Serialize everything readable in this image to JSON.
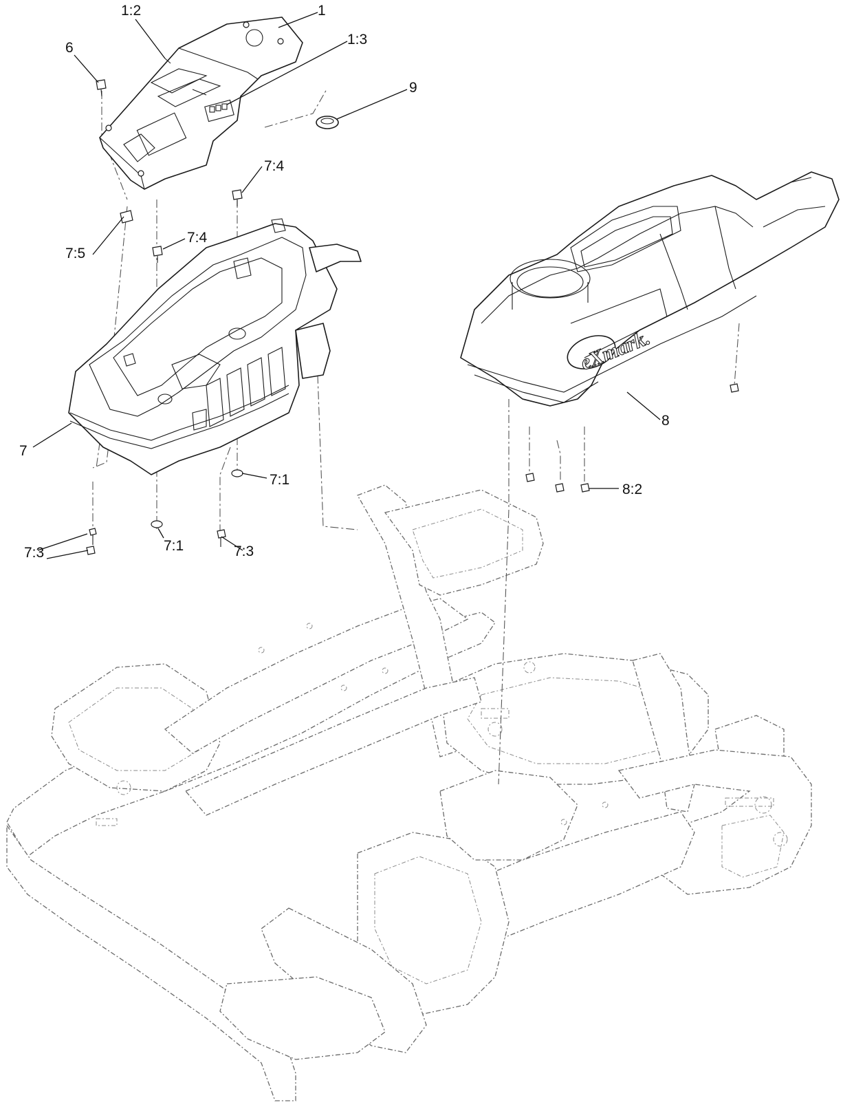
{
  "callouts": [
    {
      "id": "c-1",
      "text": "1"
    },
    {
      "id": "c-1-2",
      "text": "1:2"
    },
    {
      "id": "c-1-3",
      "text": "1:3"
    },
    {
      "id": "c-6",
      "text": "6"
    },
    {
      "id": "c-9",
      "text": "9"
    },
    {
      "id": "c-7-4a",
      "text": "7:4"
    },
    {
      "id": "c-7-4b",
      "text": "7:4"
    },
    {
      "id": "c-7-5",
      "text": "7:5"
    },
    {
      "id": "c-7",
      "text": "7"
    },
    {
      "id": "c-7-1a",
      "text": "7:1"
    },
    {
      "id": "c-7-1b",
      "text": "7:1"
    },
    {
      "id": "c-7-3a",
      "text": "7:3"
    },
    {
      "id": "c-7-3b",
      "text": "7:3"
    },
    {
      "id": "c-8",
      "text": "8"
    },
    {
      "id": "c-8-2",
      "text": "8:2"
    }
  ],
  "brand_logo": "eXmark."
}
